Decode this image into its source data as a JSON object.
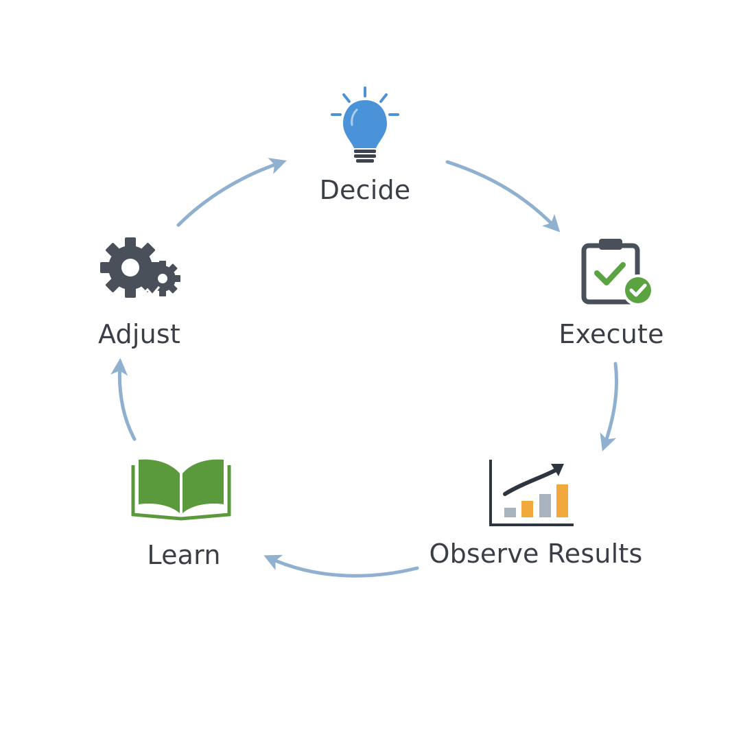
{
  "diagram": {
    "type": "cycle",
    "steps": [
      {
        "id": "decide",
        "label": "Decide",
        "icon": "lightbulb-icon"
      },
      {
        "id": "execute",
        "label": "Execute",
        "icon": "clipboard-check-icon"
      },
      {
        "id": "observe",
        "label": "Observe Results",
        "icon": "bar-chart-trend-icon"
      },
      {
        "id": "learn",
        "label": "Learn",
        "icon": "open-book-icon"
      },
      {
        "id": "adjust",
        "label": "Adjust",
        "icon": "gears-icon"
      }
    ],
    "flow": [
      [
        "decide",
        "execute"
      ],
      [
        "execute",
        "observe"
      ],
      [
        "observe",
        "learn"
      ],
      [
        "learn",
        "adjust"
      ],
      [
        "adjust",
        "decide"
      ]
    ]
  },
  "colors": {
    "arrow": "#8fb0cf",
    "text": "#3a3f47",
    "bulb": "#4a93d8",
    "bulb_base": "#3d434c",
    "clipboard": "#4a5059",
    "check": "#5aa340",
    "book": "#5b9a3c",
    "gear": "#4a5059",
    "bar_gray": "#a9b3bd",
    "bar_orange": "#f2a93b",
    "trend": "#2f3540"
  }
}
